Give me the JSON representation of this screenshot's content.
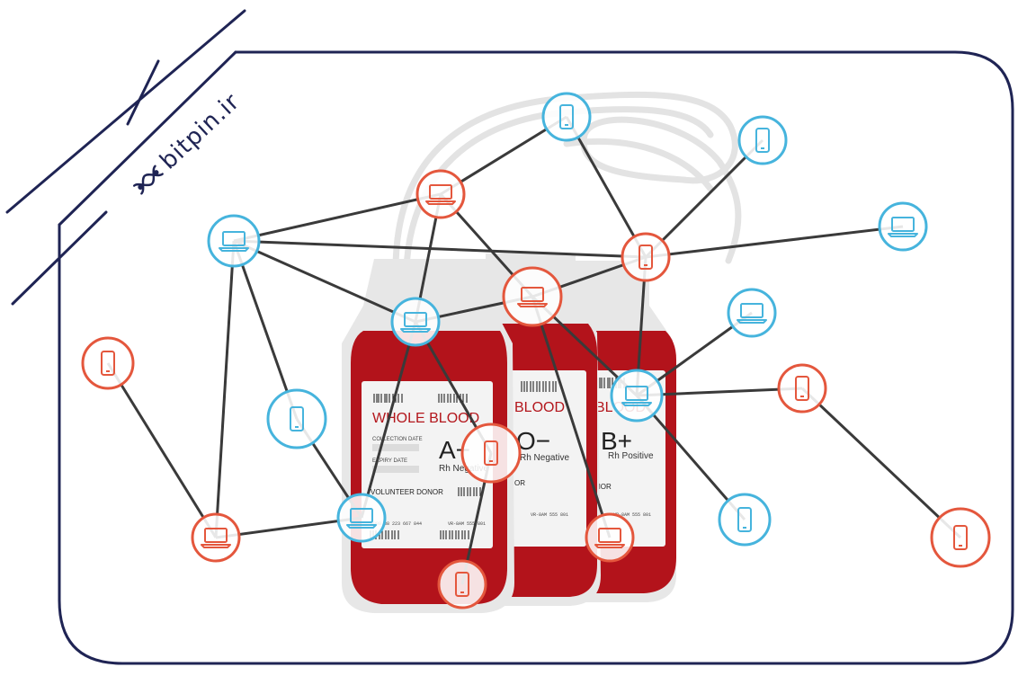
{
  "brand": {
    "name": "bitpin.ir",
    "logo_icon": "bitpin-logo-icon"
  },
  "bags": [
    {
      "title": "WHOLE BLOOD",
      "type": "A−",
      "rh": "Rh Negative",
      "collection_label": "COLLECTION DATE",
      "expiry_label": "EXPIRY DATE",
      "donor_label": "VOLUNTEER DONOR",
      "code_left": "0000 88 223 667 844",
      "code_right": "VR-8AM 555 801"
    },
    {
      "title": "BLOOD",
      "type": "O−",
      "rh": "Rh Negative",
      "donor_label": "OR",
      "code_right": "VR-8AM 555 801"
    },
    {
      "title": "BLOOD",
      "type": "B+",
      "rh": "Rh Positive",
      "donor_label": "NOR",
      "code_right": "VR-8AM 555 801"
    }
  ],
  "network": {
    "colors": {
      "blue": "#46b4dd",
      "red": "#e4573d",
      "line": "#3a3a3a",
      "frame": "#1f2454",
      "bag": "#b3131b"
    },
    "nodes": [
      {
        "id": "n1",
        "icon": "phone-icon",
        "color": "blue"
      },
      {
        "id": "n2",
        "icon": "phone-icon",
        "color": "blue"
      },
      {
        "id": "n3",
        "icon": "laptop-icon",
        "color": "red"
      },
      {
        "id": "n4",
        "icon": "laptop-icon",
        "color": "blue"
      },
      {
        "id": "n5",
        "icon": "laptop-icon",
        "color": "blue"
      },
      {
        "id": "n6",
        "icon": "phone-icon",
        "color": "red"
      },
      {
        "id": "n7",
        "icon": "laptop-icon",
        "color": "blue"
      },
      {
        "id": "n8",
        "icon": "laptop-icon",
        "color": "red"
      },
      {
        "id": "n9",
        "icon": "phone-icon",
        "color": "blue"
      },
      {
        "id": "n10",
        "icon": "phone-icon",
        "color": "red"
      },
      {
        "id": "n11",
        "icon": "laptop-icon",
        "color": "blue"
      },
      {
        "id": "n12",
        "icon": "phone-icon",
        "color": "red"
      },
      {
        "id": "n13",
        "icon": "laptop-icon",
        "color": "red"
      },
      {
        "id": "n14",
        "icon": "phone-icon",
        "color": "blue"
      },
      {
        "id": "n15",
        "icon": "laptop-icon",
        "color": "blue"
      },
      {
        "id": "n16",
        "icon": "phone-icon",
        "color": "red"
      },
      {
        "id": "n17",
        "icon": "laptop-icon",
        "color": "blue"
      },
      {
        "id": "n18",
        "icon": "phone-icon",
        "color": "blue"
      },
      {
        "id": "n19",
        "icon": "laptop-icon",
        "color": "blue"
      },
      {
        "id": "n20",
        "icon": "laptop-icon",
        "color": "red"
      },
      {
        "id": "n21",
        "icon": "phone-icon",
        "color": "red"
      },
      {
        "id": "n22",
        "icon": "phone-icon",
        "color": "red"
      }
    ],
    "edges": [
      [
        "n1",
        "n3"
      ],
      [
        "n1",
        "n6"
      ],
      [
        "n3",
        "n4"
      ],
      [
        "n3",
        "n5"
      ],
      [
        "n3",
        "n8"
      ],
      [
        "n4",
        "n6"
      ],
      [
        "n4",
        "n5"
      ],
      [
        "n4",
        "n9"
      ],
      [
        "n4",
        "n13"
      ],
      [
        "n2",
        "n6"
      ],
      [
        "n6",
        "n7"
      ],
      [
        "n6",
        "n8"
      ],
      [
        "n6",
        "n19"
      ],
      [
        "n8",
        "n5"
      ],
      [
        "n8",
        "n15"
      ],
      [
        "n8",
        "n20"
      ],
      [
        "n5",
        "n16"
      ],
      [
        "n5",
        "n17"
      ],
      [
        "n9",
        "n17"
      ],
      [
        "n13",
        "n17"
      ],
      [
        "n13",
        "n14"
      ],
      [
        "n12",
        "n14"
      ],
      [
        "n18",
        "n19"
      ],
      [
        "n19",
        "n11"
      ],
      [
        "n19",
        "n10"
      ],
      [
        "n19",
        "n15"
      ],
      [
        "n10",
        "n22"
      ],
      [
        "n16",
        "n21"
      ]
    ]
  }
}
